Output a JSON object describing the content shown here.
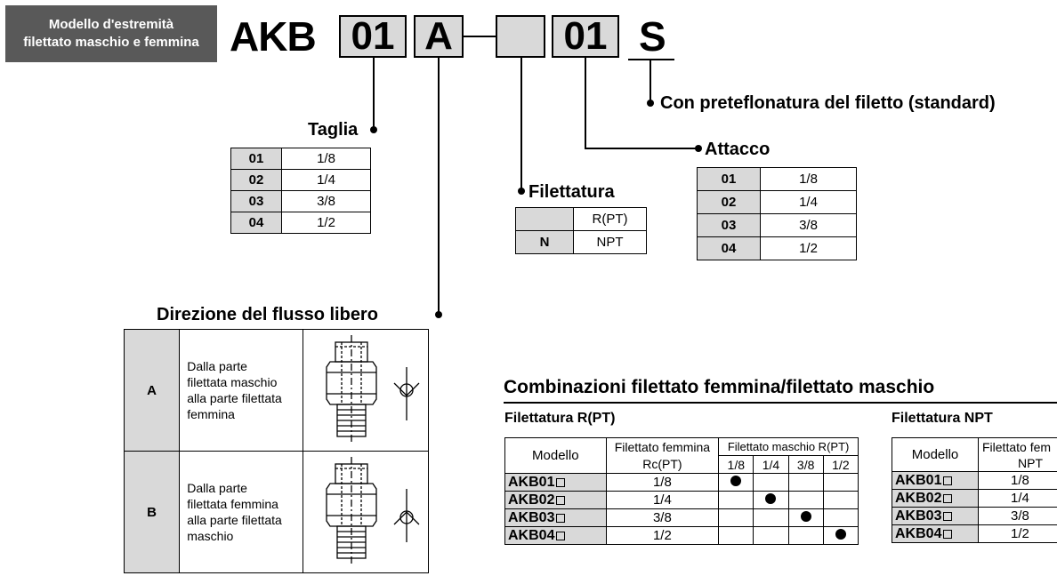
{
  "badge": {
    "line1": "Modello d'estremità",
    "line2": "filettato maschio e femmina"
  },
  "code": {
    "prefix": "AKB",
    "size_box": "01",
    "direction_box": "A",
    "dash": "–",
    "thread_box": "",
    "port_box": "01",
    "suffix": "S"
  },
  "labels": {
    "teflon": "Con preteflonatura del filetto (standard)",
    "taglia": "Taglia",
    "attacco": "Attacco",
    "filettatura": "Filettatura",
    "direzione": "Direzione del flusso libero"
  },
  "taglia_rows": [
    [
      "01",
      "1/8"
    ],
    [
      "02",
      "1/4"
    ],
    [
      "03",
      "3/8"
    ],
    [
      "04",
      "1/2"
    ]
  ],
  "attacco_rows": [
    [
      "01",
      "1/8"
    ],
    [
      "02",
      "1/4"
    ],
    [
      "03",
      "3/8"
    ],
    [
      "04",
      "1/2"
    ]
  ],
  "filettatura_rows": [
    [
      "",
      "R(PT)"
    ],
    [
      "N",
      "NPT"
    ]
  ],
  "direzione_rows": [
    {
      "code": "A",
      "lines": [
        "Dalla parte",
        "filettata maschio",
        "alla parte filettata",
        "femmina"
      ]
    },
    {
      "code": "B",
      "lines": [
        "Dalla parte",
        "filettata femmina",
        "alla parte filettata",
        "maschio"
      ]
    }
  ],
  "combinations": {
    "title": "Combinazioni filettato femmina/filettato maschio",
    "rpt": {
      "subtitle": "Filettatura R(PT)",
      "col_model": "Modello",
      "col_female": "Filettato femmina",
      "col_female_unit": "Rc(PT)",
      "col_male": "Filettato maschio R(PT)",
      "male_sizes": [
        "1/8",
        "1/4",
        "3/8",
        "1/2"
      ],
      "rows": [
        {
          "model": "AKB01",
          "female": "1/8",
          "marks": [
            true,
            false,
            false,
            false
          ]
        },
        {
          "model": "AKB02",
          "female": "1/4",
          "marks": [
            false,
            true,
            false,
            false
          ]
        },
        {
          "model": "AKB03",
          "female": "3/8",
          "marks": [
            false,
            false,
            true,
            false
          ]
        },
        {
          "model": "AKB04",
          "female": "1/2",
          "marks": [
            false,
            false,
            false,
            true
          ]
        }
      ]
    },
    "npt": {
      "subtitle": "Filettatura NPT",
      "col_model": "Modello",
      "col_female": "Filettato fem",
      "col_female_unit": "NPT",
      "rows": [
        {
          "model": "AKB01",
          "female": "1/8"
        },
        {
          "model": "AKB02",
          "female": "1/4"
        },
        {
          "model": "AKB03",
          "female": "3/8"
        },
        {
          "model": "AKB04",
          "female": "1/2"
        }
      ]
    }
  }
}
